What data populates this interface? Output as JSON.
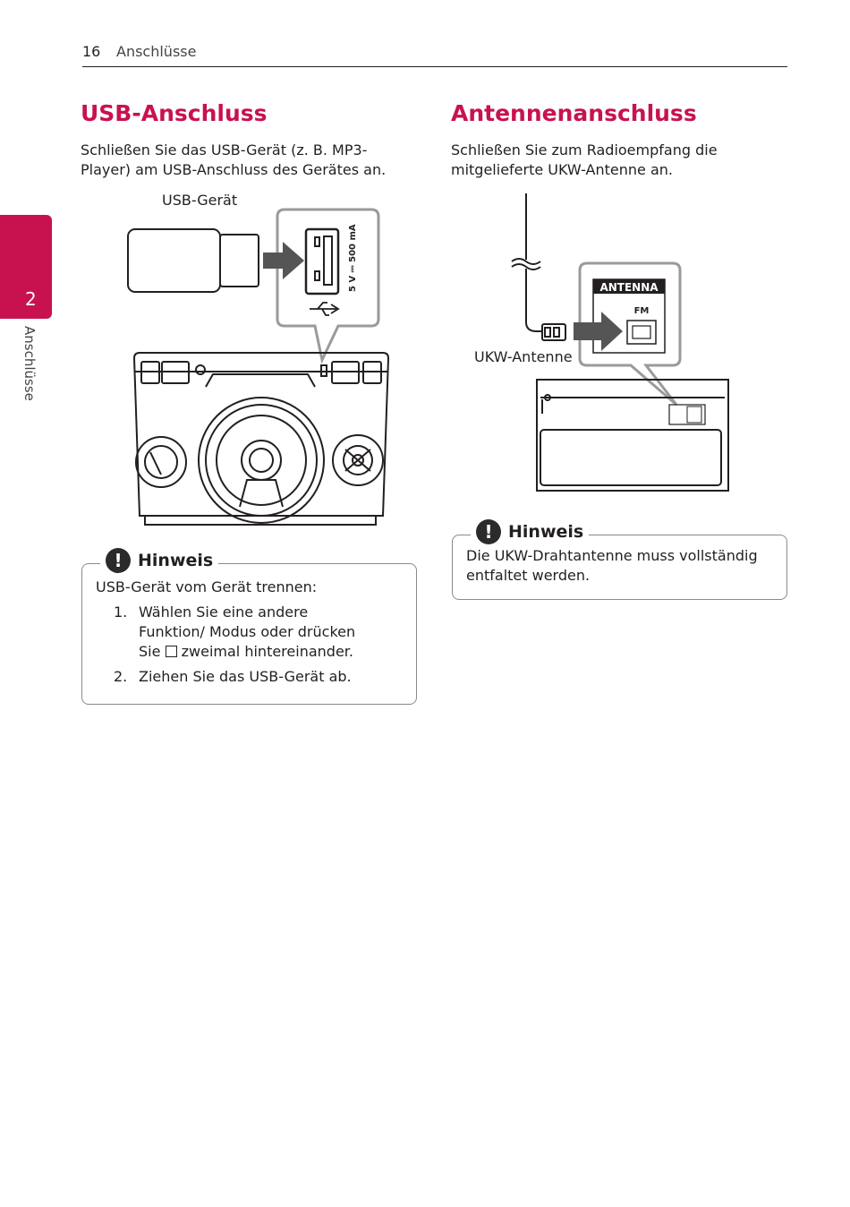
{
  "header": {
    "page_number": "16",
    "section": "Anschlüsse"
  },
  "side_tab": {
    "number": "2",
    "label": "Anschlüsse"
  },
  "usb": {
    "heading": "USB-Anschluss",
    "intro": "Schließen Sie das USB-Gerät (z. B. MP3-Player) am USB-Anschluss des Gerätes an.",
    "device_caption": "USB-Gerät",
    "port_rating": "5 V ⎓ 500 mA",
    "note": {
      "title": "Hinweis",
      "intro": "USB-Gerät vom Gerät trennen:",
      "steps": [
        {
          "num": "1.",
          "before": "Wählen Sie eine andere Funktion/ Modus oder drücken Sie",
          "after": "zweimal hintereinander."
        },
        {
          "num": "2.",
          "text": "Ziehen Sie das USB-Gerät ab."
        }
      ]
    }
  },
  "antenna": {
    "heading": "Antennenanschluss",
    "intro": "Schließen Sie zum Radioempfang die mitgelieferte UKW-Antenne an.",
    "antenna_caption": "UKW-Antenne",
    "panel_label": "ANTENNA",
    "panel_fm": "FM",
    "note": {
      "title": "Hinweis",
      "text": "Die UKW-Drahtantenne muss vollständig entfaltet werden."
    }
  },
  "colors": {
    "accent": "#c8124f",
    "text": "#231f20",
    "arrow": "#555555"
  }
}
